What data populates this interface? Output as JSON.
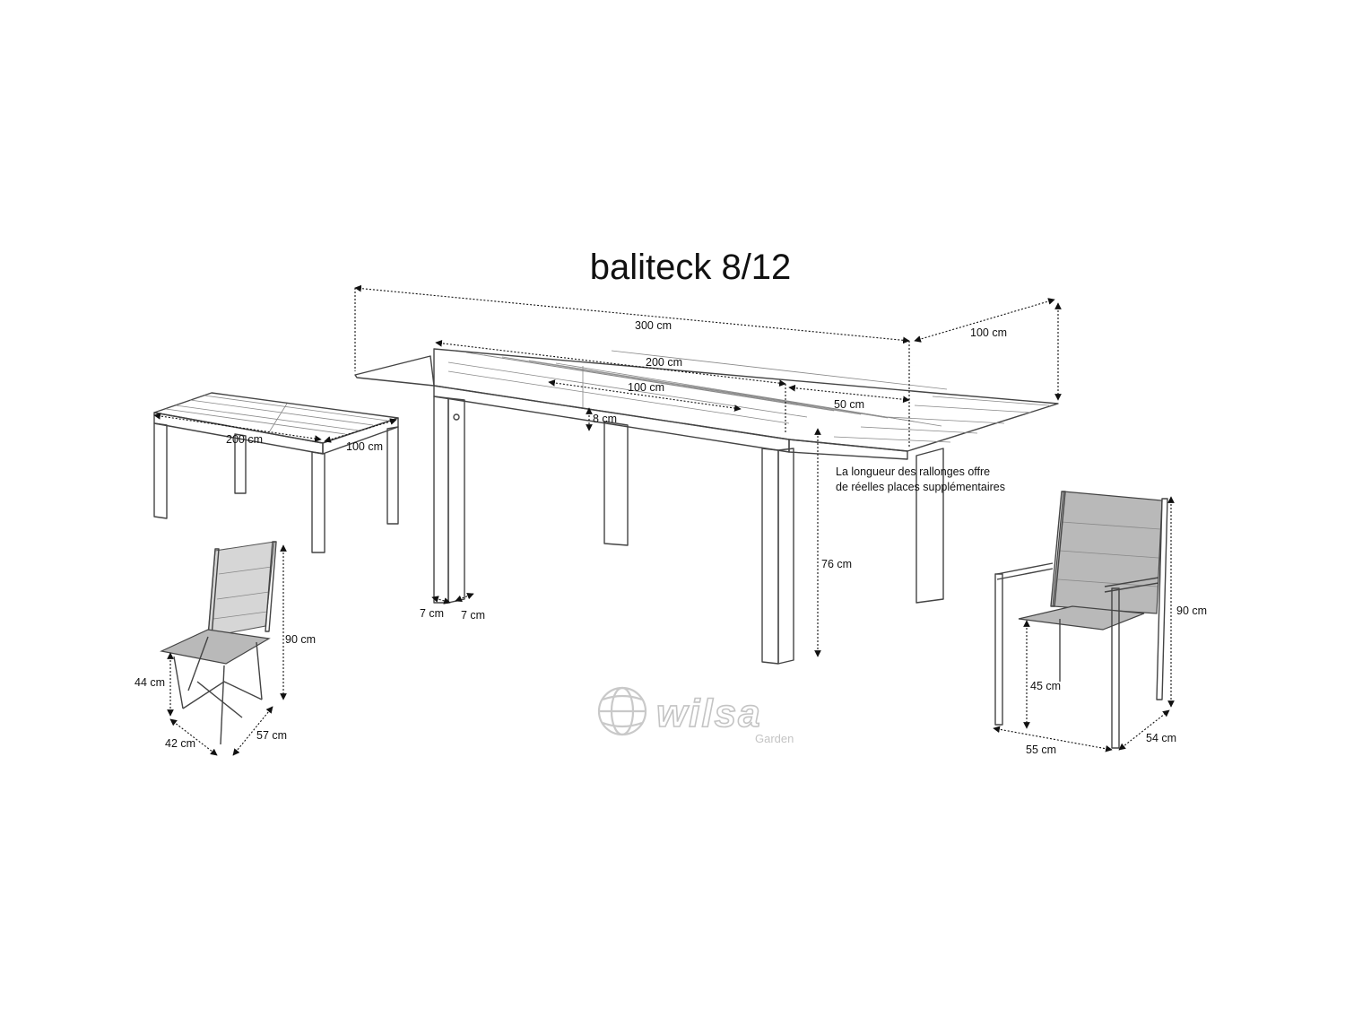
{
  "title": "baliteck 8/12",
  "note": {
    "line1": "La longueur des rallonges offre",
    "line2": "de réelles places supplémentaires"
  },
  "large_table": {
    "length_extended": "300 cm",
    "width": "100 cm",
    "length_closed": "200 cm",
    "inner_length": "100 cm",
    "extension_length": "50 cm",
    "apron_height": "8 cm",
    "height": "76 cm",
    "leg_depth": "7 cm",
    "leg_width": "7 cm"
  },
  "small_table": {
    "length": "200 cm",
    "width": "100 cm"
  },
  "folding_chair": {
    "height": "90 cm",
    "seat_height": "44 cm",
    "width": "42 cm",
    "depth": "57 cm"
  },
  "armchair": {
    "height": "90 cm",
    "seat_height": "45 cm",
    "width": "55 cm",
    "depth": "54 cm"
  },
  "watermark": {
    "brand": "wilsa",
    "sub": "Garden"
  },
  "icons": [
    "wilsa-globe-logo-icon"
  ],
  "colors": {
    "line": "#444444",
    "text": "#111111",
    "watermark": "#c4c4c4"
  }
}
